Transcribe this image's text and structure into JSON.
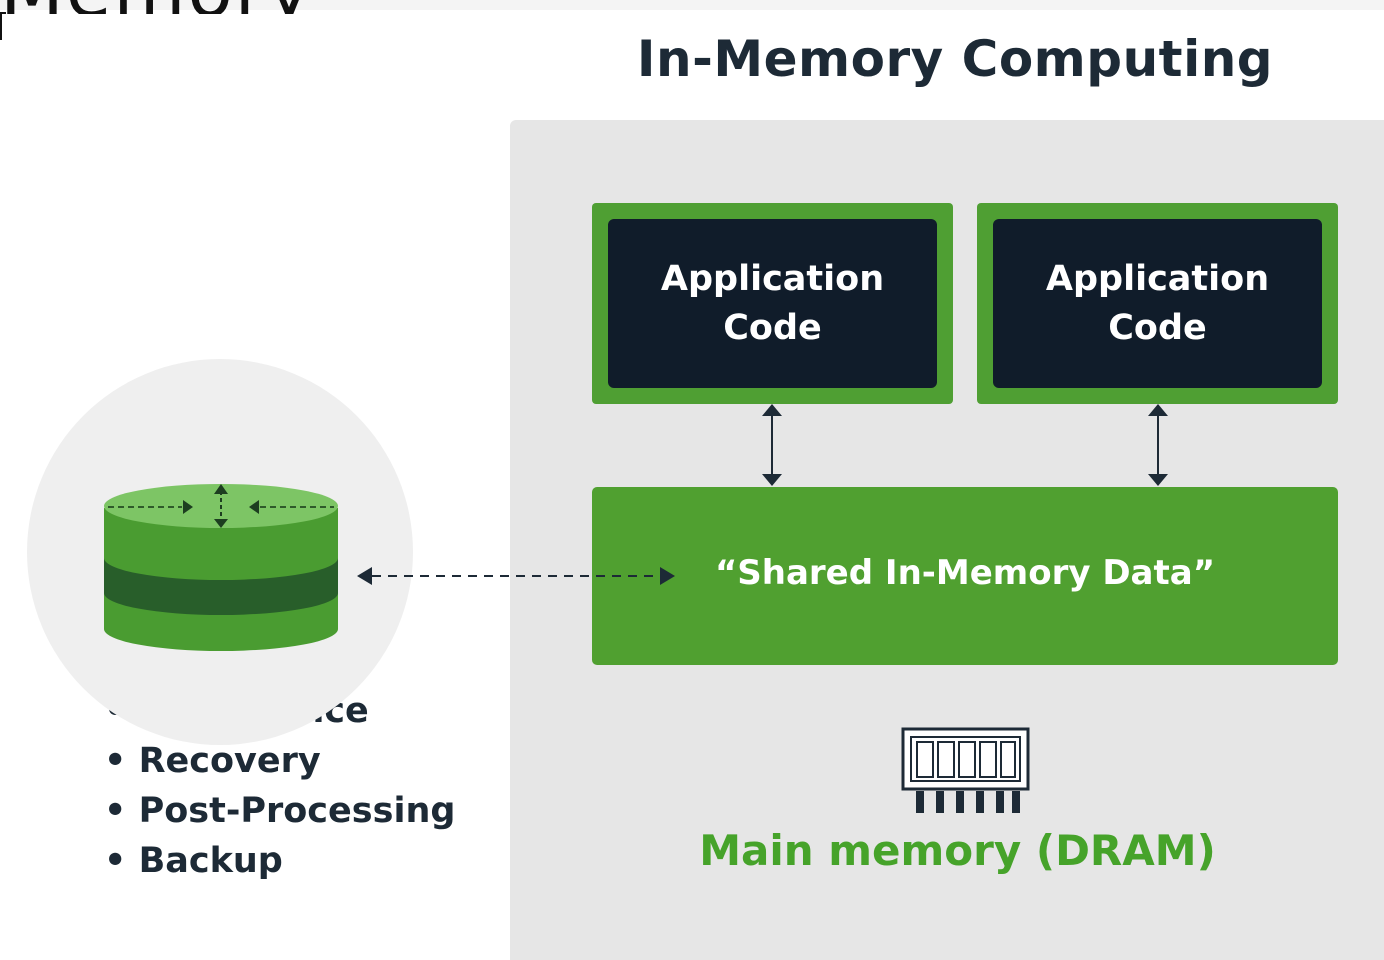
{
  "header": {
    "clipped_heading": "Memory"
  },
  "diagram": {
    "title": "In-Memory Computing",
    "app_boxes": [
      {
        "label": "Application\nCode"
      },
      {
        "label": "Application\nCode"
      }
    ],
    "shared_data_label": "“Shared In-Memory Data”",
    "memory_label": "Main memory (DRAM)",
    "storage_features": [
      "Persistence",
      "Recovery",
      "Post-Processing",
      "Backup"
    ],
    "colors": {
      "green": "#50a030",
      "green_text": "#46a32a",
      "dark_navy": "#101c2a",
      "panel_gray": "#e6e6e6",
      "title_text": "#1d2a36"
    },
    "icons": [
      "database-icon",
      "ram-chip-icon",
      "bidirectional-arrow-icon",
      "dashed-bidirectional-arrow-icon"
    ]
  }
}
